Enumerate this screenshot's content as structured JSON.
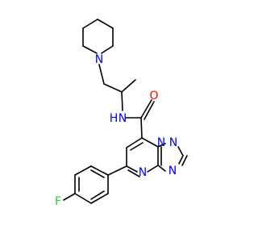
{
  "molecule": {
    "atom_labels": {
      "piperidine_n": "N",
      "amide_nh": "N",
      "amide_h": "H",
      "carbonyl_o": "O",
      "triazole_n1": "N",
      "triazole_n2": "N",
      "triazole_n4": "N",
      "pyrimidine_n": "N",
      "fluorine": "F"
    },
    "colors": {
      "bond": "#000000",
      "nitrogen": "#0000ff",
      "oxygen": "#ff0000",
      "fluorine": "#33cc33"
    }
  }
}
